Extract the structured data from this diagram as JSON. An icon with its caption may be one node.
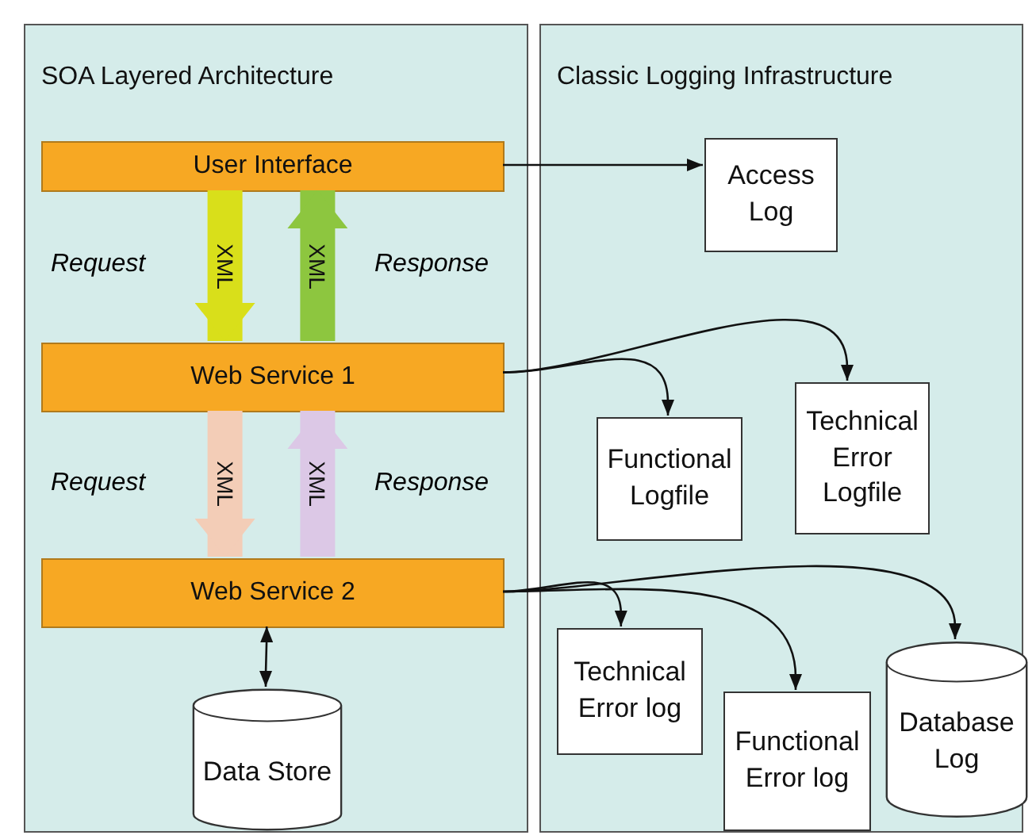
{
  "diagram": {
    "nodes": [
      {
        "text": [
          "SOA Layered Architecture"
        ]
      },
      {
        "text": [
          "User Interface"
        ],
        "in": 0
      },
      {
        "text": [
          "Web Service 1"
        ],
        "in": 0
      },
      {
        "text": [
          "Web Service 2"
        ],
        "in": 0
      },
      {
        "text": [
          "Data Store"
        ],
        "in": 0
      },
      {
        "text": [
          "Classic Logging Infrastructure"
        ]
      },
      {
        "text": [
          "Access Log"
        ],
        "in": 5
      },
      {
        "text": [
          "Functional Logfile"
        ],
        "in": 5
      },
      {
        "text": [
          "Technical Error Logfile"
        ],
        "in": 5
      },
      {
        "text": [
          "Technical Error log"
        ],
        "in": 5
      },
      {
        "text": [
          "Functional Error log"
        ],
        "in": 5
      },
      {
        "text": [
          "Database Log"
        ],
        "in": 5
      }
    ],
    "edges": [
      {
        "from": 1,
        "to": 2,
        "arrow": "to",
        "label": "XML",
        "style": "thick",
        "color": "#d9df1a"
      },
      {
        "from": 2,
        "to": 1,
        "arrow": "to",
        "label": "XML",
        "style": "thick",
        "color": "#8dc63f"
      },
      {
        "from": 2,
        "to": 3,
        "arrow": "to",
        "label": "XML",
        "style": "thick",
        "color": "#f3cdb7"
      },
      {
        "from": 3,
        "to": 2,
        "arrow": "to",
        "label": "XML",
        "style": "thick",
        "color": "#dcc8e6"
      },
      {
        "from": 1,
        "to": 6,
        "arrow": "to"
      },
      {
        "from": 2,
        "to": 7,
        "arrow": "to"
      },
      {
        "from": 2,
        "to": 8,
        "arrow": "to"
      },
      {
        "from": 3,
        "to": 9,
        "arrow": "to"
      },
      {
        "from": 3,
        "to": 10,
        "arrow": "to"
      },
      {
        "from": 3,
        "to": 11,
        "arrow": "to"
      },
      {
        "from": 3,
        "to": 4,
        "arrow": "both"
      }
    ],
    "labels": [
      "Request",
      "Response",
      "Request",
      "Response"
    ]
  }
}
